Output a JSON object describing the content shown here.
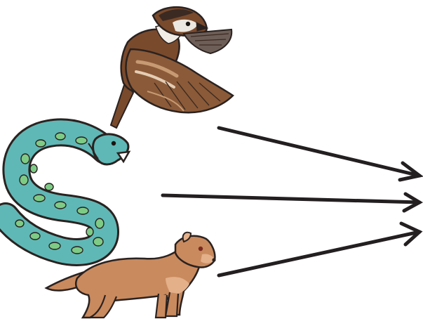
{
  "diagram": {
    "organisms": [
      {
        "id": "sparrow",
        "icon": "sparrow-icon"
      },
      {
        "id": "snake",
        "icon": "snake-icon"
      },
      {
        "id": "weasel",
        "icon": "weasel-icon"
      }
    ],
    "arrows": [
      {
        "from": "sparrow",
        "direction": "right"
      },
      {
        "from": "snake",
        "direction": "right"
      },
      {
        "from": "weasel",
        "direction": "right"
      }
    ],
    "colors": {
      "arrow": "#231f20",
      "outline": "#2a2220",
      "sparrow_brown": "#7a4a2c",
      "sparrow_light": "#c79a73",
      "sparrow_dark": "#3b2a22",
      "snake_body": "#5fb8b6",
      "snake_spots": "#7ecb86",
      "weasel_body": "#c98a5e",
      "weasel_light": "#e3b08a"
    }
  }
}
